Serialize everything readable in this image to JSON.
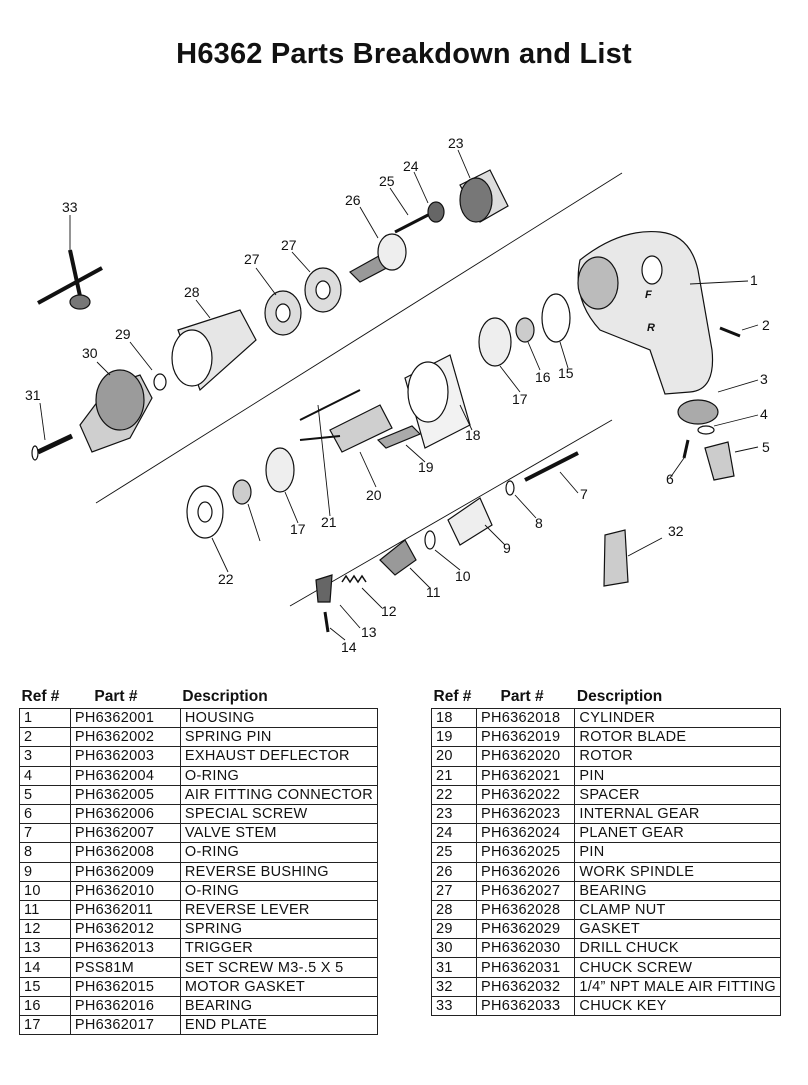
{
  "title": "H6362 Parts Breakdown and List",
  "table_headers": {
    "ref": "Ref #",
    "part": "Part #",
    "description": "Description"
  },
  "parts_left": [
    {
      "ref": "1",
      "part": "PH6362001",
      "description": "HOUSING"
    },
    {
      "ref": "2",
      "part": "PH6362002",
      "description": "SPRING PIN"
    },
    {
      "ref": "3",
      "part": "PH6362003",
      "description": "EXHAUST DEFLECTOR"
    },
    {
      "ref": "4",
      "part": "PH6362004",
      "description": "O-RING"
    },
    {
      "ref": "5",
      "part": "PH6362005",
      "description": "AIR FITTING CONNECTOR"
    },
    {
      "ref": "6",
      "part": "PH6362006",
      "description": "SPECIAL SCREW"
    },
    {
      "ref": "7",
      "part": "PH6362007",
      "description": "VALVE STEM"
    },
    {
      "ref": "8",
      "part": "PH6362008",
      "description": "O-RING"
    },
    {
      "ref": "9",
      "part": "PH6362009",
      "description": "REVERSE BUSHING"
    },
    {
      "ref": "10",
      "part": "PH6362010",
      "description": "O-RING"
    },
    {
      "ref": "11",
      "part": "PH6362011",
      "description": "REVERSE LEVER"
    },
    {
      "ref": "12",
      "part": "PH6362012",
      "description": "SPRING"
    },
    {
      "ref": "13",
      "part": "PH6362013",
      "description": "TRIGGER"
    },
    {
      "ref": "14",
      "part": "PSS81M",
      "description": "SET SCREW M3-.5 X 5"
    },
    {
      "ref": "15",
      "part": "PH6362015",
      "description": "MOTOR GASKET"
    },
    {
      "ref": "16",
      "part": "PH6362016",
      "description": "BEARING"
    },
    {
      "ref": "17",
      "part": "PH6362017",
      "description": "END PLATE"
    }
  ],
  "parts_right": [
    {
      "ref": "18",
      "part": "PH6362018",
      "description": "CYLINDER"
    },
    {
      "ref": "19",
      "part": "PH6362019",
      "description": "ROTOR BLADE"
    },
    {
      "ref": "20",
      "part": "PH6362020",
      "description": "ROTOR"
    },
    {
      "ref": "21",
      "part": "PH6362021",
      "description": "PIN"
    },
    {
      "ref": "22",
      "part": "PH6362022",
      "description": "SPACER"
    },
    {
      "ref": "23",
      "part": "PH6362023",
      "description": "INTERNAL GEAR"
    },
    {
      "ref": "24",
      "part": "PH6362024",
      "description": "PLANET GEAR"
    },
    {
      "ref": "25",
      "part": "PH6362025",
      "description": "PIN"
    },
    {
      "ref": "26",
      "part": "PH6362026",
      "description": "WORK SPINDLE"
    },
    {
      "ref": "27",
      "part": "PH6362027",
      "description": "BEARING"
    },
    {
      "ref": "28",
      "part": "PH6362028",
      "description": "CLAMP NUT"
    },
    {
      "ref": "29",
      "part": "PH6362029",
      "description": "GASKET"
    },
    {
      "ref": "30",
      "part": "PH6362030",
      "description": "DRILL CHUCK"
    },
    {
      "ref": "31",
      "part": "PH6362031",
      "description": "CHUCK SCREW"
    },
    {
      "ref": "32",
      "part": "PH6362032",
      "description": "1/4” NPT MALE AIR FITTING"
    },
    {
      "ref": "33",
      "part": "PH6362033",
      "description": "CHUCK KEY"
    }
  ],
  "diagram_labels": [
    "1",
    "2",
    "3",
    "4",
    "5",
    "6",
    "7",
    "8",
    "9",
    "10",
    "11",
    "12",
    "13",
    "14",
    "15",
    "16",
    "17",
    "17",
    "18",
    "19",
    "20",
    "21",
    "22",
    "23",
    "24",
    "25",
    "26",
    "27",
    "27",
    "28",
    "29",
    "30",
    "31",
    "32",
    "33"
  ],
  "housing_marks": {
    "forward": "F",
    "reverse": "R"
  }
}
